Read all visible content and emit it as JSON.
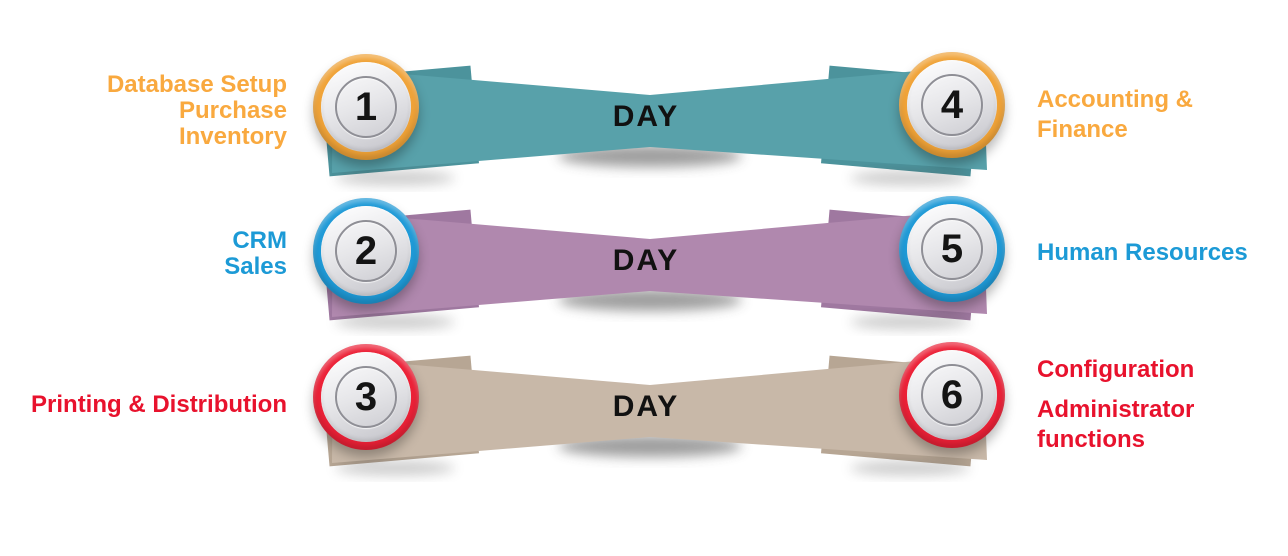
{
  "rows": [
    {
      "day_label": "DAY",
      "step_left": "1",
      "step_right": "4",
      "left_lines": [
        "Database Setup",
        "Purchase",
        "Inventory"
      ],
      "right_lines": [
        "Accounting &",
        "Finance"
      ],
      "colors": {
        "banner": "#58A1AA",
        "banner_end": "#4C939C",
        "ring": "#F0A338",
        "text": "#F9A93F"
      }
    },
    {
      "day_label": "DAY",
      "step_left": "2",
      "step_right": "5",
      "left_lines": [
        "CRM",
        "Sales"
      ],
      "right_lines": [
        "Human Resources"
      ],
      "colors": {
        "banner": "#B088AE",
        "banner_end": "#9F78A0",
        "ring": "#1F9AD7",
        "text": "#1C9AD6"
      }
    },
    {
      "day_label": "DAY",
      "step_left": "3",
      "step_right": "6",
      "left_lines": [
        "Printing & Distribution"
      ],
      "right_blocks": {
        "first": "Configuration",
        "second_lines": [
          "Administrator",
          "functions"
        ]
      },
      "colors": {
        "banner": "#C8B8A8",
        "banner_end": "#B7A694",
        "ring": "#EC2137",
        "text": "#E8122D"
      }
    }
  ],
  "day_text_color": "#111111",
  "number_color": "#141414"
}
